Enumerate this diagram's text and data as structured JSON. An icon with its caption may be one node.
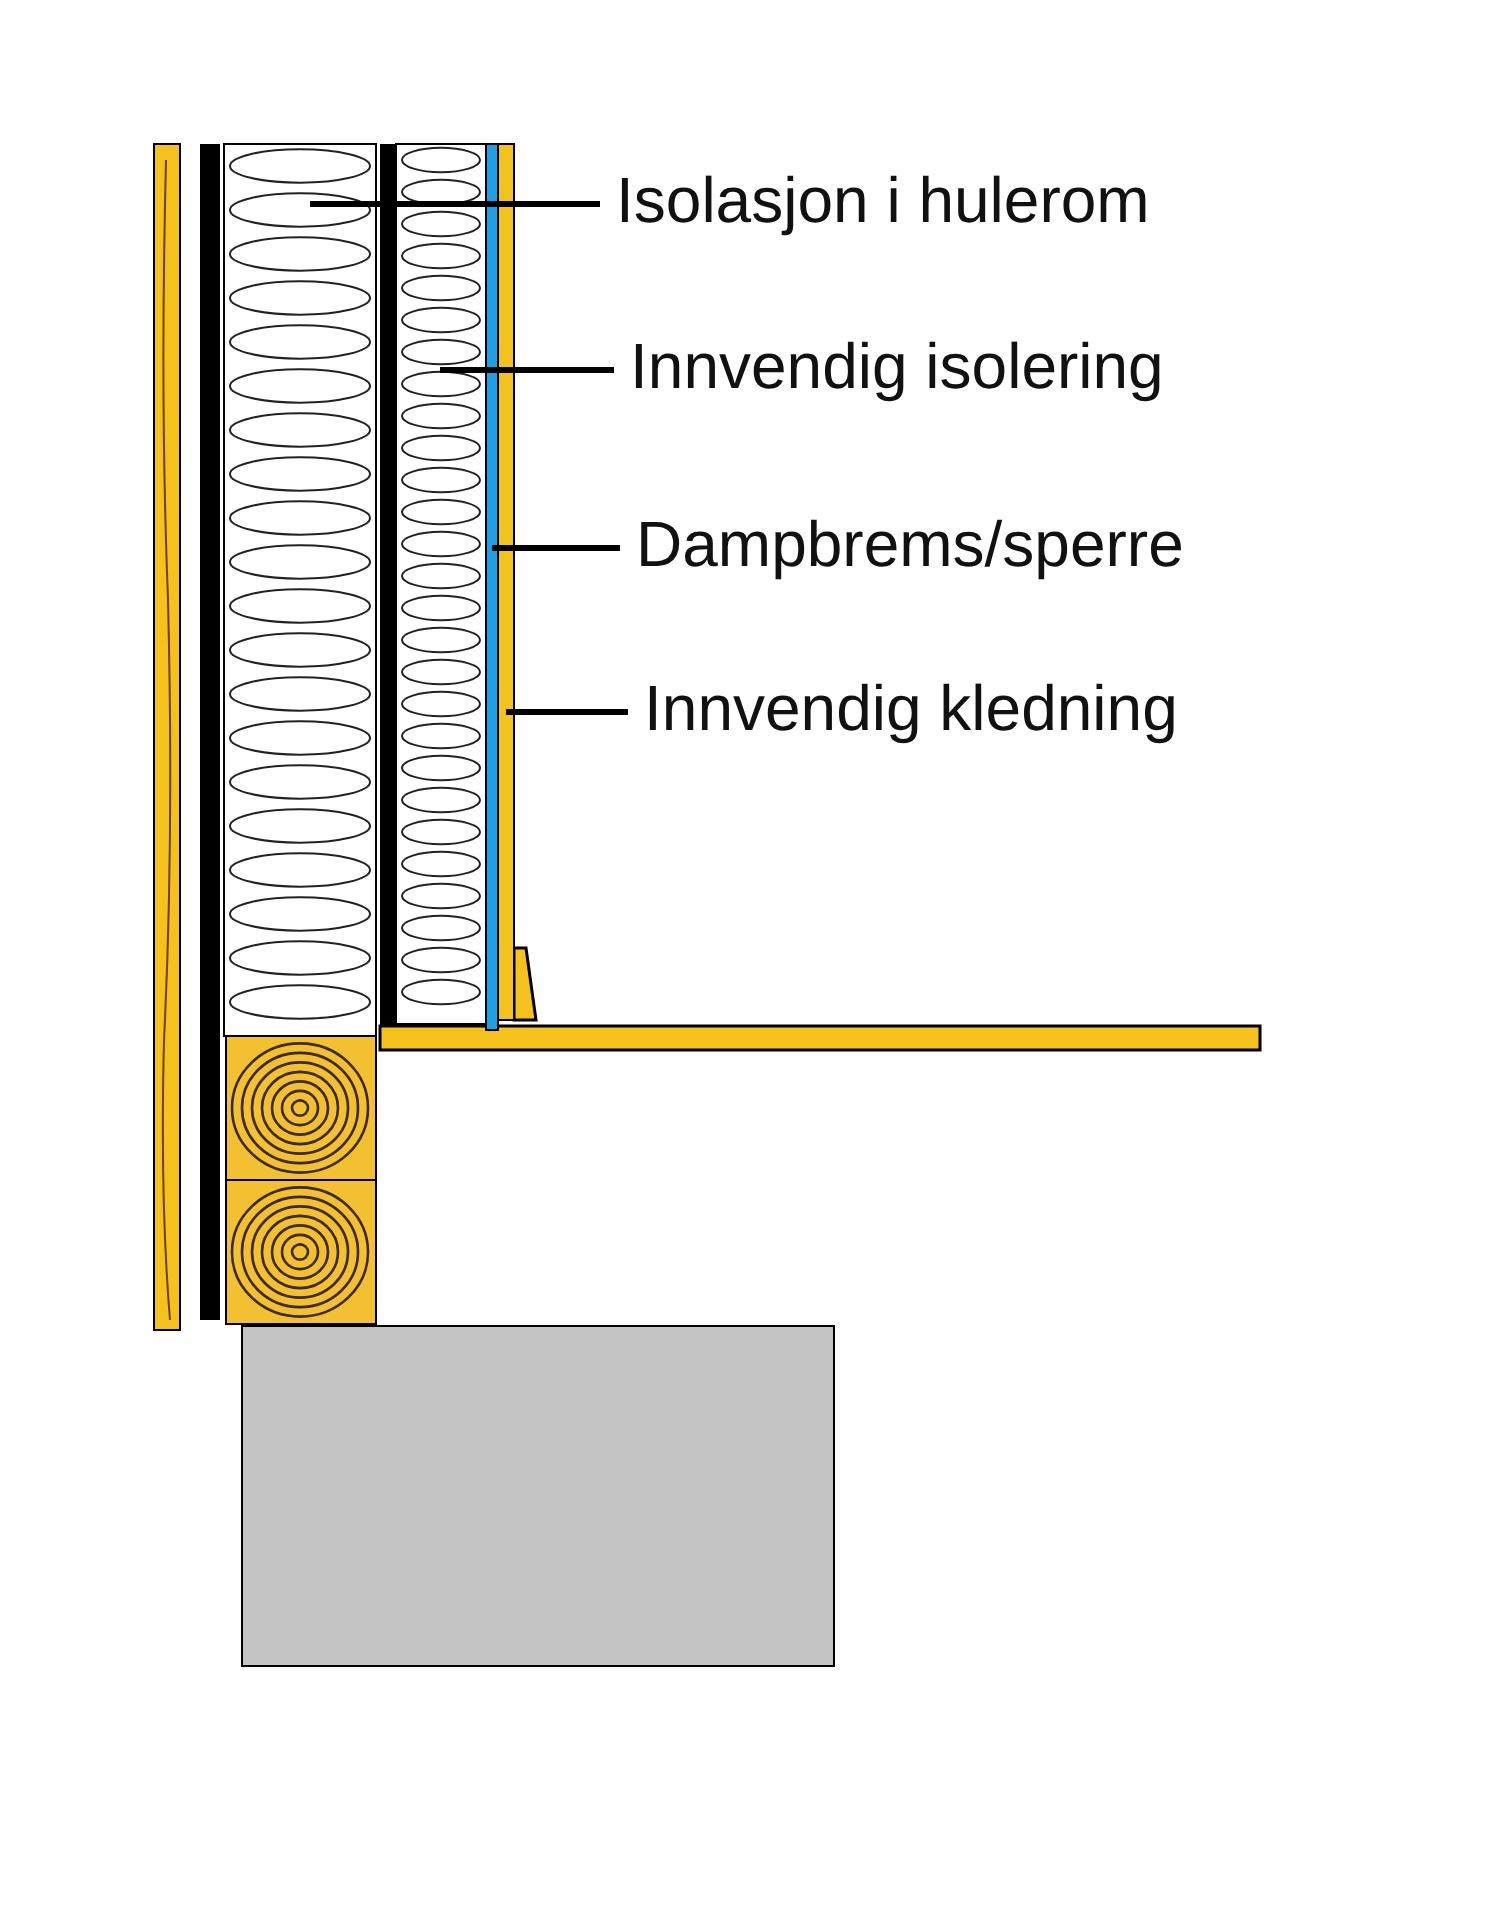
{
  "diagram": {
    "nodes": [
      {
        "text": [
          "Isolasjon i hulerom"
        ]
      },
      {
        "text": [
          "Innvendig isolering"
        ]
      },
      {
        "text": [
          "Dampbrems/sperre"
        ]
      },
      {
        "text": [
          "Innvendig kledning"
        ]
      },
      {
        "text": [],
        "shape": "box"
      },
      {
        "text": [],
        "shape": "box"
      },
      {
        "text": [],
        "shape": "bar"
      },
      {
        "text": [],
        "shape": "bar"
      }
    ],
    "edges": [
      {
        "from": 0,
        "to": 4,
        "arrow": "none"
      },
      {
        "from": 1,
        "to": 5,
        "arrow": "none"
      },
      {
        "from": 2,
        "to": 6,
        "arrow": "none"
      },
      {
        "from": 3,
        "to": 7,
        "arrow": "none"
      }
    ]
  }
}
